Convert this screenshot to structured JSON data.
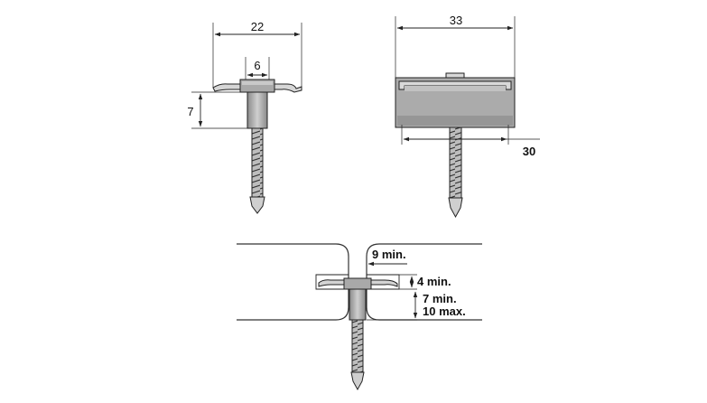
{
  "figure": {
    "side_view": {
      "width_label": "22",
      "head_label": "6",
      "height_label": "7"
    },
    "front_view": {
      "width_label": "33",
      "inner_label": "30"
    },
    "installed_view": {
      "gap_label": "9 min.",
      "clip_label": "4 min.",
      "depth_min_label": "7 min.",
      "depth_max_label": "10 max."
    }
  },
  "colors": {
    "line": "#222222",
    "metal_light": "#d3d3d3",
    "metal_mid": "#a8a8a8",
    "metal_dark": "#8c8c8c"
  }
}
